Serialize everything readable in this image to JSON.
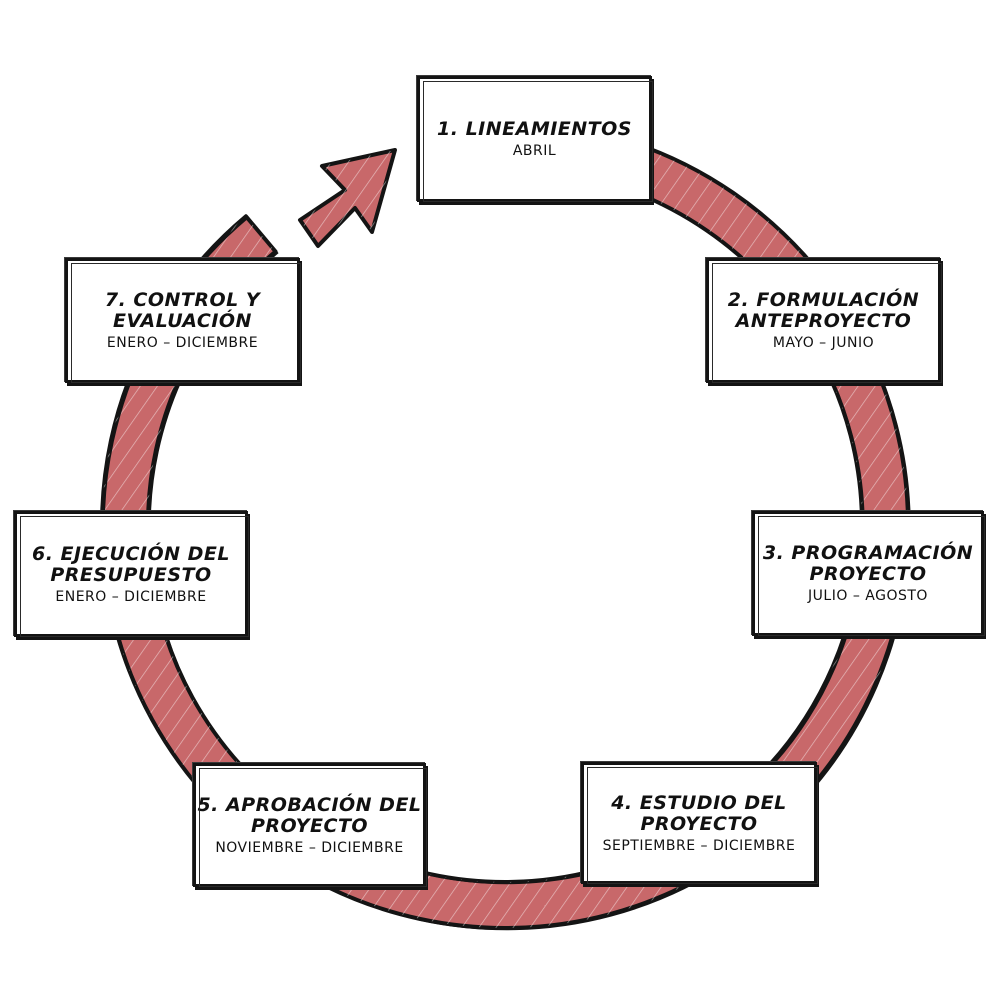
{
  "diagram": {
    "ring_color": "#c8686a",
    "outline_color": "#141414",
    "arrow_icon": "curved-arrow-head-icon",
    "stages": [
      {
        "title": "1. LINEAMIENTOS",
        "period": "ABRIL"
      },
      {
        "title": "2. FORMULACIÓN ANTEPROYECTO",
        "period": "MAYO – JUNIO"
      },
      {
        "title": "3. PROGRAMACIÓN PROYECTO",
        "period": "JULIO – AGOSTO"
      },
      {
        "title": "4. ESTUDIO DEL PROYECTO",
        "period": "SEPTIEMBRE – DICIEMBRE"
      },
      {
        "title": "5. APROBACIÓN DEL PROYECTO",
        "period": "NOVIEMBRE – DICIEMBRE"
      },
      {
        "title": "6. EJECUCIÓN DEL PRESUPUESTO",
        "period": "ENERO – DICIEMBRE"
      },
      {
        "title": "7. CONTROL Y EVALUACIÓN",
        "period": "ENERO – DICIEMBRE"
      }
    ]
  }
}
